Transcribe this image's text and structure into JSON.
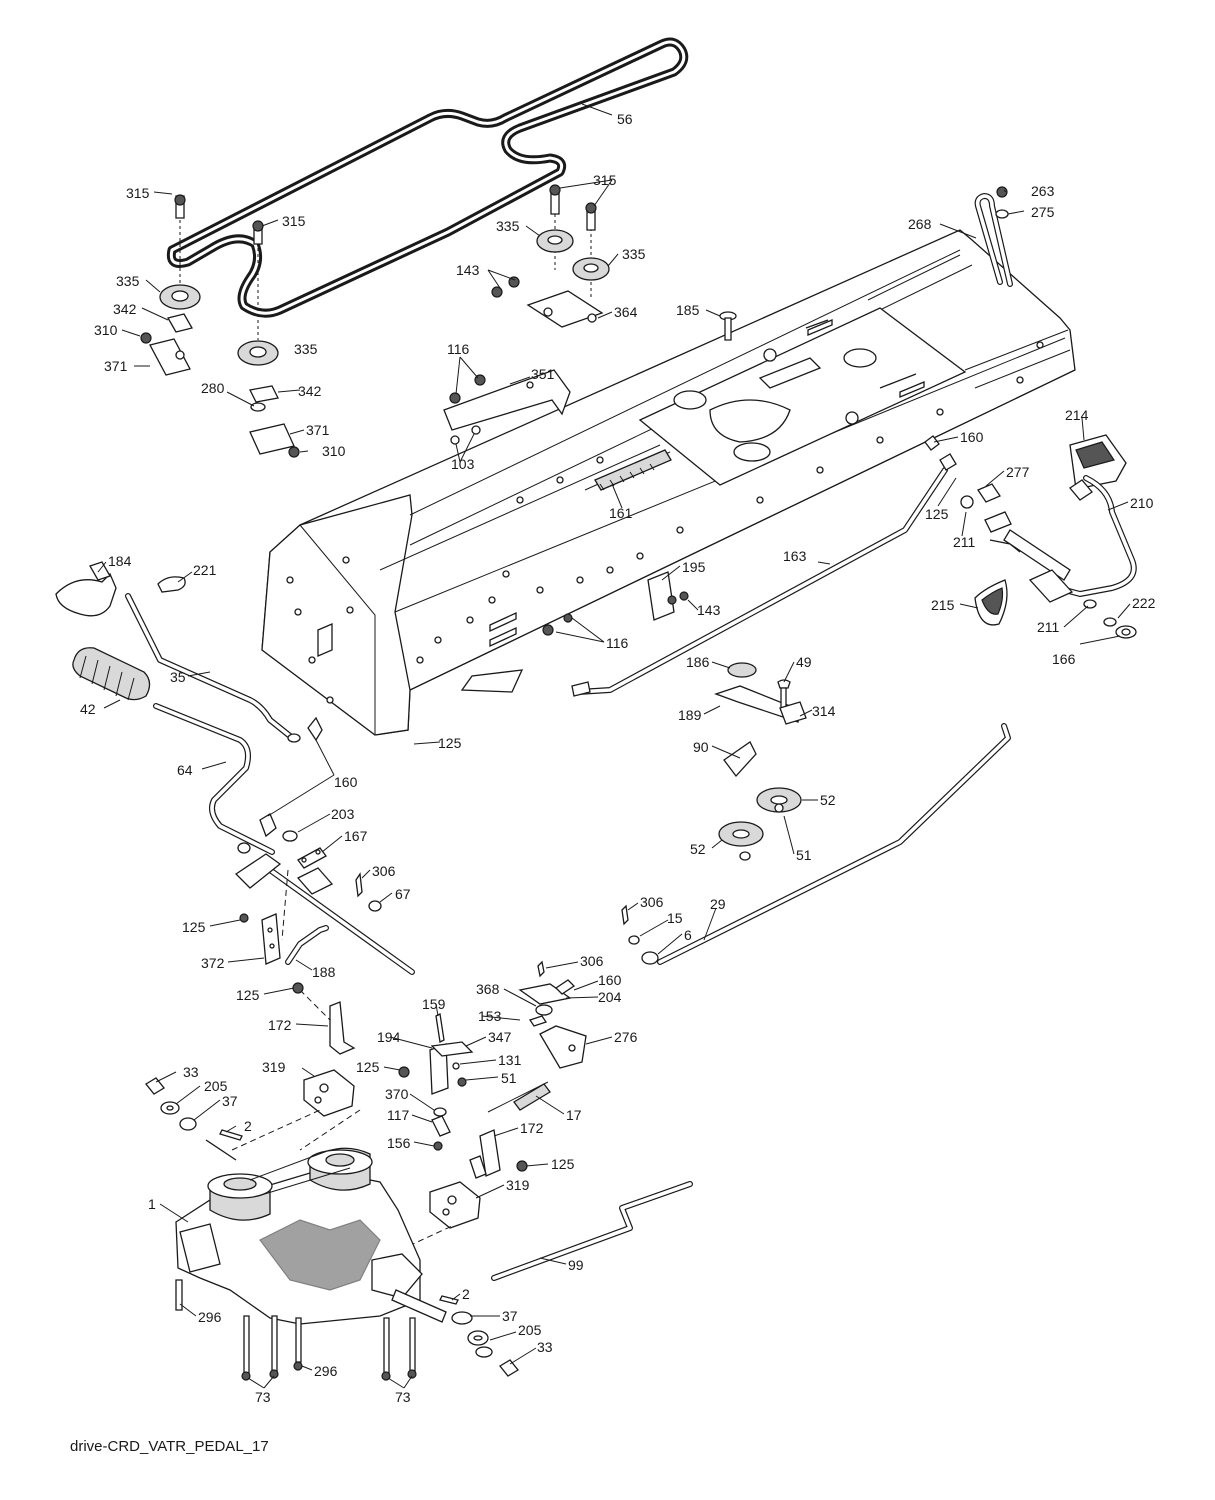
{
  "diagram": {
    "caption": "drive-CRD_VATR_PEDAL_17",
    "callouts": [
      {
        "id": "c56",
        "text": "56"
      },
      {
        "id": "c315a",
        "text": "315"
      },
      {
        "id": "c315b",
        "text": "315"
      },
      {
        "id": "c315c",
        "text": "315"
      },
      {
        "id": "c335a",
        "text": "335"
      },
      {
        "id": "c335b",
        "text": "335"
      },
      {
        "id": "c335c",
        "text": "335"
      },
      {
        "id": "c335d",
        "text": "335"
      },
      {
        "id": "c342a",
        "text": "342"
      },
      {
        "id": "c342b",
        "text": "342"
      },
      {
        "id": "c310a",
        "text": "310"
      },
      {
        "id": "c310b",
        "text": "310"
      },
      {
        "id": "c371a",
        "text": "371"
      },
      {
        "id": "c371b",
        "text": "371"
      },
      {
        "id": "c280",
        "text": "280"
      },
      {
        "id": "c143a",
        "text": "143"
      },
      {
        "id": "c143b",
        "text": "143"
      },
      {
        "id": "c364",
        "text": "364"
      },
      {
        "id": "c263",
        "text": "263"
      },
      {
        "id": "c275",
        "text": "275"
      },
      {
        "id": "c268",
        "text": "268"
      },
      {
        "id": "c185",
        "text": "185"
      },
      {
        "id": "c116a",
        "text": "116"
      },
      {
        "id": "c116b",
        "text": "116"
      },
      {
        "id": "c351",
        "text": "351"
      },
      {
        "id": "c103",
        "text": "103"
      },
      {
        "id": "c161",
        "text": "161"
      },
      {
        "id": "c214",
        "text": "214"
      },
      {
        "id": "c160a",
        "text": "160"
      },
      {
        "id": "c160b",
        "text": "160"
      },
      {
        "id": "c160c",
        "text": "160"
      },
      {
        "id": "c277",
        "text": "277"
      },
      {
        "id": "c210",
        "text": "210"
      },
      {
        "id": "c125a",
        "text": "125"
      },
      {
        "id": "c125b",
        "text": "125"
      },
      {
        "id": "c125c",
        "text": "125"
      },
      {
        "id": "c125d",
        "text": "125"
      },
      {
        "id": "c125e",
        "text": "125"
      },
      {
        "id": "c125f",
        "text": "125"
      },
      {
        "id": "c211a",
        "text": "211"
      },
      {
        "id": "c211b",
        "text": "211"
      },
      {
        "id": "c184",
        "text": "184"
      },
      {
        "id": "c221",
        "text": "221"
      },
      {
        "id": "c163",
        "text": "163"
      },
      {
        "id": "c195",
        "text": "195"
      },
      {
        "id": "c215",
        "text": "215"
      },
      {
        "id": "c222",
        "text": "222"
      },
      {
        "id": "c166",
        "text": "166"
      },
      {
        "id": "c35",
        "text": "35"
      },
      {
        "id": "c42",
        "text": "42"
      },
      {
        "id": "c186",
        "text": "186"
      },
      {
        "id": "c49",
        "text": "49"
      },
      {
        "id": "c189",
        "text": "189"
      },
      {
        "id": "c314",
        "text": "314"
      },
      {
        "id": "c90",
        "text": "90"
      },
      {
        "id": "c52a",
        "text": "52"
      },
      {
        "id": "c52b",
        "text": "52"
      },
      {
        "id": "c51a",
        "text": "51"
      },
      {
        "id": "c51b",
        "text": "51"
      },
      {
        "id": "c64",
        "text": "64"
      },
      {
        "id": "c203",
        "text": "203"
      },
      {
        "id": "c167",
        "text": "167"
      },
      {
        "id": "c306a",
        "text": "306"
      },
      {
        "id": "c306b",
        "text": "306"
      },
      {
        "id": "c306c",
        "text": "306"
      },
      {
        "id": "c67",
        "text": "67"
      },
      {
        "id": "c29",
        "text": "29"
      },
      {
        "id": "c15",
        "text": "15"
      },
      {
        "id": "c6",
        "text": "6"
      },
      {
        "id": "c372",
        "text": "372"
      },
      {
        "id": "c188",
        "text": "188"
      },
      {
        "id": "c204",
        "text": "204"
      },
      {
        "id": "c368",
        "text": "368"
      },
      {
        "id": "c159",
        "text": "159"
      },
      {
        "id": "c153",
        "text": "153"
      },
      {
        "id": "c172a",
        "text": "172"
      },
      {
        "id": "c172b",
        "text": "172"
      },
      {
        "id": "c194",
        "text": "194"
      },
      {
        "id": "c347",
        "text": "347"
      },
      {
        "id": "c276",
        "text": "276"
      },
      {
        "id": "c131",
        "text": "131"
      },
      {
        "id": "c319a",
        "text": "319"
      },
      {
        "id": "c319b",
        "text": "319"
      },
      {
        "id": "c33a",
        "text": "33"
      },
      {
        "id": "c33b",
        "text": "33"
      },
      {
        "id": "c205a",
        "text": "205"
      },
      {
        "id": "c205b",
        "text": "205"
      },
      {
        "id": "c37a",
        "text": "37"
      },
      {
        "id": "c37b",
        "text": "37"
      },
      {
        "id": "c370",
        "text": "370"
      },
      {
        "id": "c17",
        "text": "17"
      },
      {
        "id": "c117",
        "text": "117"
      },
      {
        "id": "c2a",
        "text": "2"
      },
      {
        "id": "c2b",
        "text": "2"
      },
      {
        "id": "c156",
        "text": "156"
      },
      {
        "id": "c1",
        "text": "1"
      },
      {
        "id": "c99",
        "text": "99"
      },
      {
        "id": "c296a",
        "text": "296"
      },
      {
        "id": "c296b",
        "text": "296"
      },
      {
        "id": "c73a",
        "text": "73"
      },
      {
        "id": "c73b",
        "text": "73"
      }
    ]
  }
}
